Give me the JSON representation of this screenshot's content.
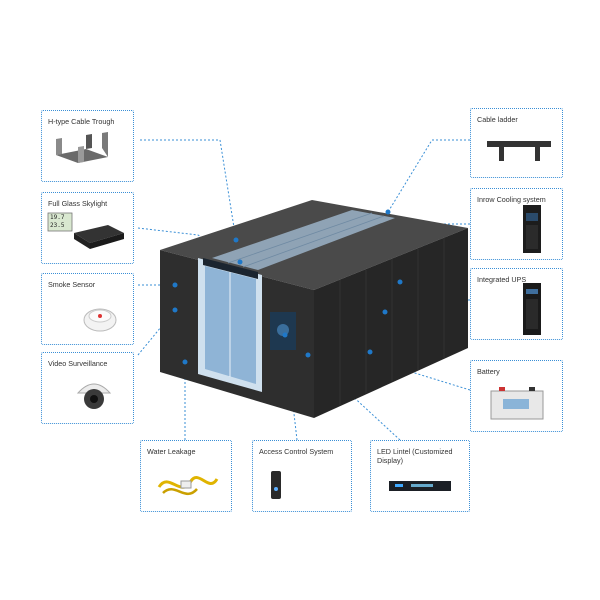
{
  "components": [
    {
      "id": "h-type-cable-trough",
      "label": "H-type Cable Trough"
    },
    {
      "id": "full-glass-skylight",
      "label": "Full Glass Skylight"
    },
    {
      "id": "smoke-sensor",
      "label": "Smoke Sensor"
    },
    {
      "id": "video-surveillance",
      "label": "Video Surveillance"
    },
    {
      "id": "water-leakage",
      "label": "Water Leakage"
    },
    {
      "id": "access-control-system",
      "label": "Access Control System"
    },
    {
      "id": "led-lintel",
      "label": "LED Lintel (Customized Display)"
    },
    {
      "id": "cable-ladder",
      "label": "Cable ladder"
    },
    {
      "id": "inrow-cooling-system",
      "label": "Inrow Cooling system"
    },
    {
      "id": "integrated-ups",
      "label": "Integrated UPS"
    },
    {
      "id": "battery",
      "label": "Battery"
    }
  ],
  "skylight_display": {
    "line1": "19.7",
    "line2": "23.5"
  },
  "colors": {
    "connector": "#3a8fd6",
    "dot": "#1f78c8",
    "rack": "#2b2b2b",
    "rack_top": "#4a4a4a",
    "door": "#8fb4d6"
  }
}
